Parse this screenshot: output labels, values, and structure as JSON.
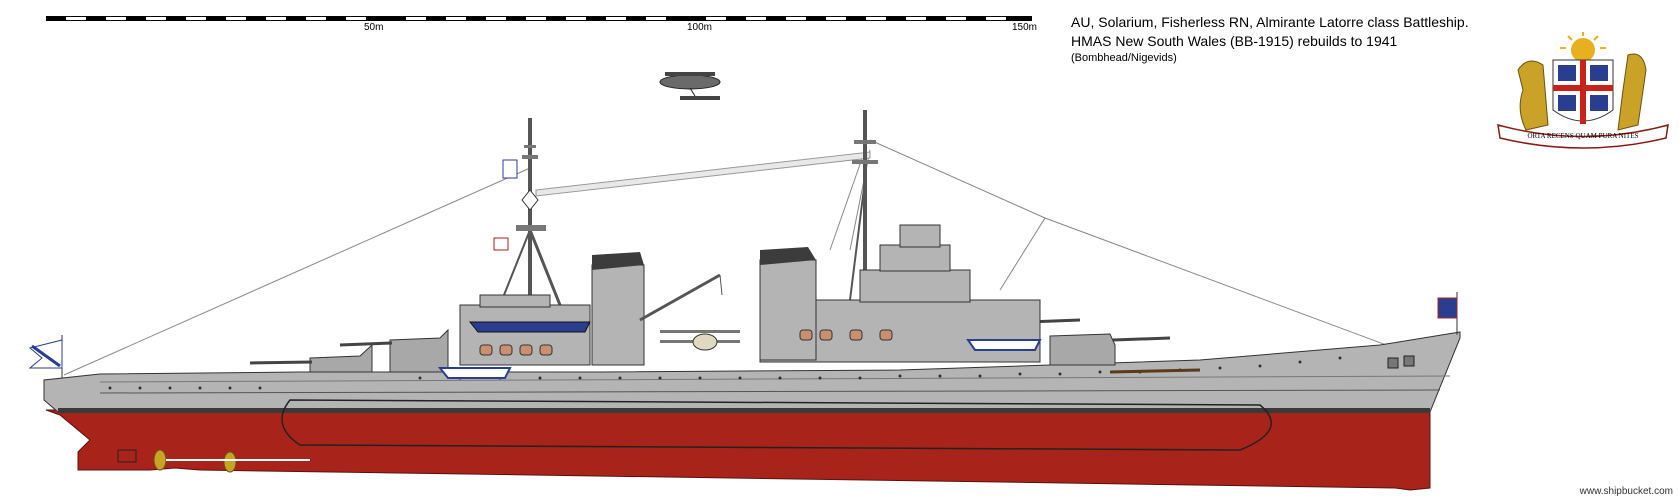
{
  "scale": {
    "labels": [
      "50m",
      "100m",
      "150m"
    ]
  },
  "header": {
    "title_line1": "AU, Solarium, Fisherless RN, Almirante Latorre class Battleship.",
    "title_line2": "HMAS New South Wales (BB-1915) rebuilds to 1941",
    "credit": "(Bombhead/Nigevids)"
  },
  "crest": {
    "motto": "ORTA RECENS QUAM PURA NITES"
  },
  "footer": {
    "site": "www.shipbucket.com"
  },
  "colors": {
    "hull_grey": "#b4b4b4",
    "deck_grey": "#a8a8a8",
    "boot_black": "#3a3a3a",
    "antifouling_red": "#a8231a",
    "funnel_cap": "#3c3c3c",
    "brass": "#c9a227",
    "ensign_blue": "#2a3e8f"
  }
}
